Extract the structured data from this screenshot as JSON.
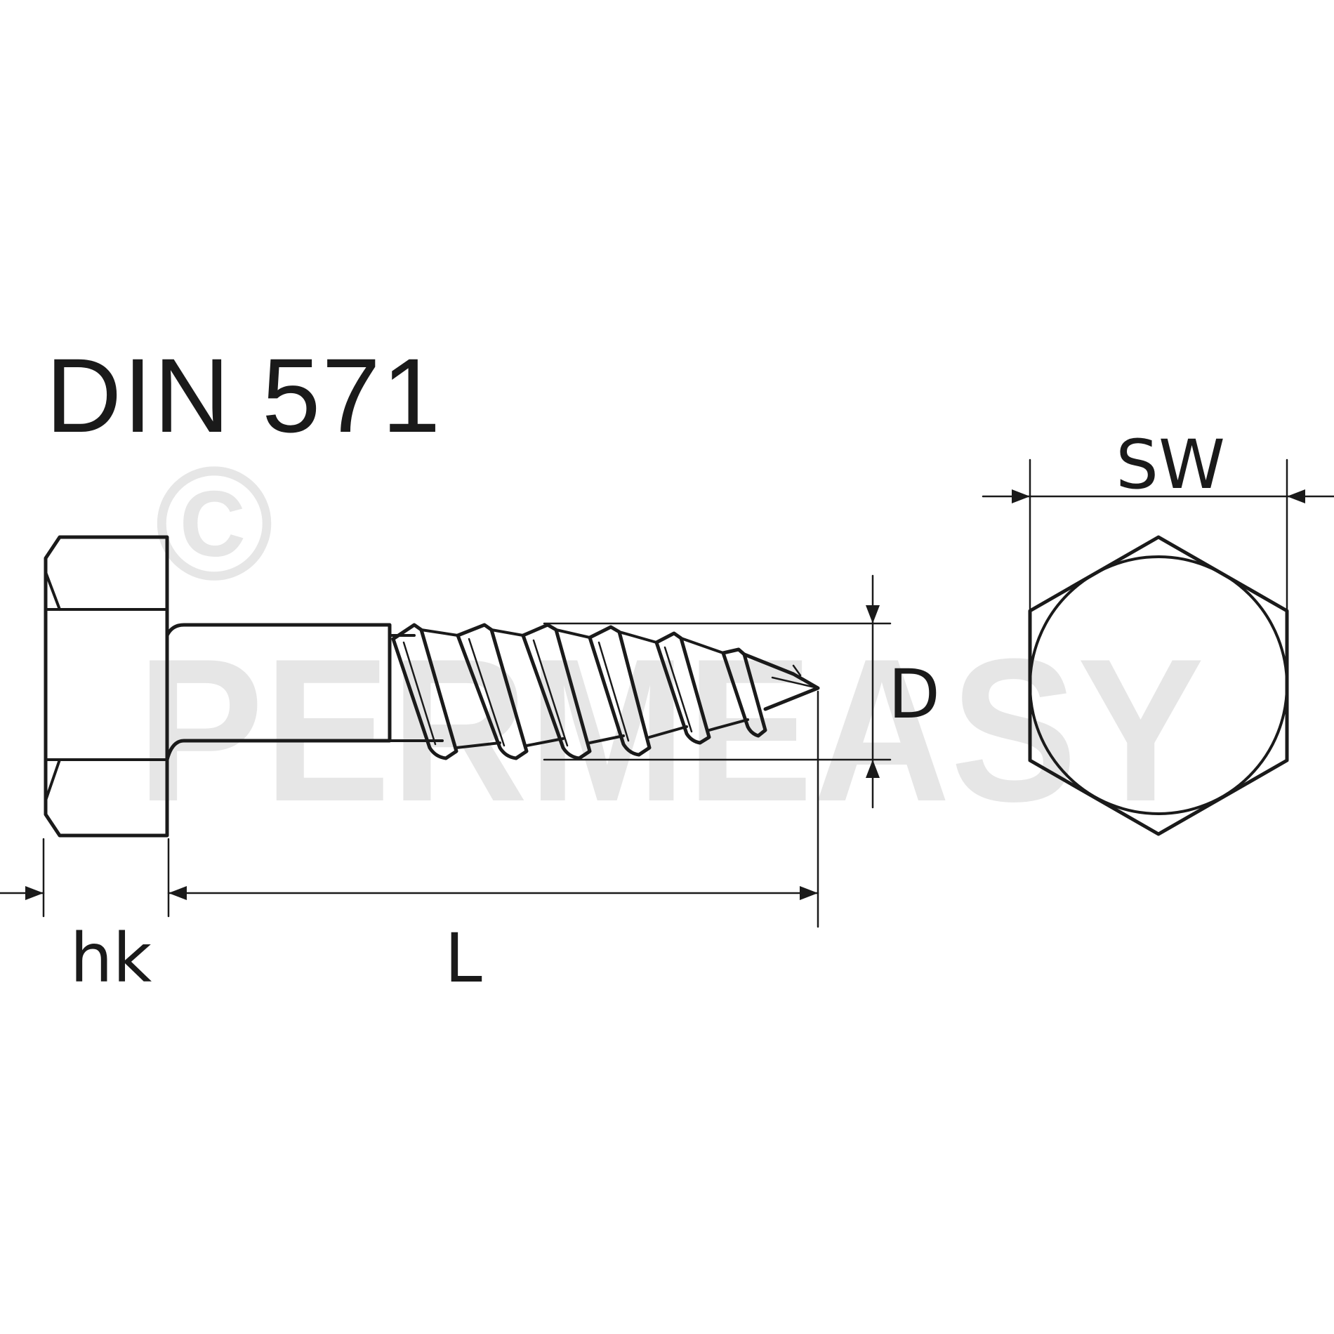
{
  "title": "DIN 571",
  "watermark": {
    "symbol": "©",
    "text": "PERMEASY",
    "color": "#e6e6e6"
  },
  "dimensions": {
    "head_height": "hk",
    "length": "L",
    "diameter": "D",
    "wrench_size": "SW"
  },
  "colors": {
    "line": "#1a1a1a",
    "background": "#ffffff"
  }
}
